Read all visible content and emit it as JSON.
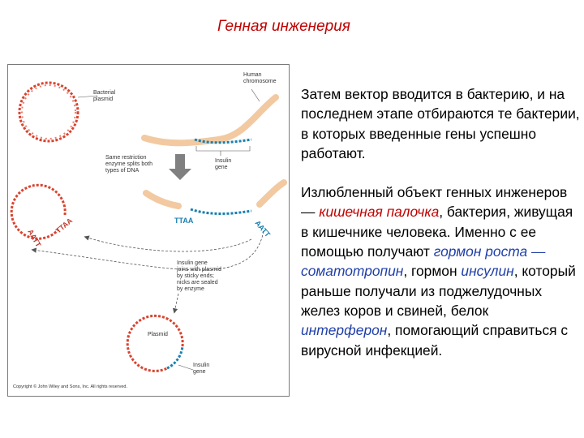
{
  "title": "Генная инженерия",
  "paragraph1": "Затем вектор вводится в бактерию, и на последнем этапе отбираются те бактерии, в которых введенные гены успешно работают.",
  "paragraph2": {
    "t1": "Излюбленный объект генных инженеров — ",
    "ecoli": "кишечная палочка",
    "t2": ", бактерия, живущая в кишечнике человека. Именно с ее помощью получают ",
    "growth_hormone": "гормон роста — соматотропин",
    "t3": ", гормон ",
    "insulin": "инсулин",
    "t4": ", который раньше получали из поджелудочных желез коров и свиней, белок ",
    "interferon": "интерферон",
    "t5": ", помогающий справиться с вирусной инфекцией."
  },
  "figure": {
    "bacterial_plasmid": [
      "Bacterial",
      "plasmid"
    ],
    "human_chromosome": [
      "Human",
      "chromosome"
    ],
    "insulin_gene_top": [
      "Insulin",
      "gene"
    ],
    "restriction_note": [
      "Same restriction",
      "enzyme splits both",
      "types of DNA"
    ],
    "sticky_left_1": "AATT",
    "sticky_left_2": "TTAA",
    "sticky_mid": "TTAA",
    "sticky_right": "AATT",
    "join_note": [
      "Insulin gene",
      "joins with plasmid",
      "by sticky ends;",
      "nicks are sealed",
      "by enzyme"
    ],
    "plasmid_label": "Plasmid",
    "insulin_gene_bottom": [
      "Insulin",
      "gene"
    ],
    "copyright": "Copyright © John Wiley and Sons, Inc. All rights reserved."
  },
  "colors": {
    "title": "#c00000",
    "link_blue": "#1f3fa8",
    "plasmid_red": "#d9432f",
    "gene_blue": "#1a7fb0",
    "chromosome": "#f2c9a0"
  }
}
